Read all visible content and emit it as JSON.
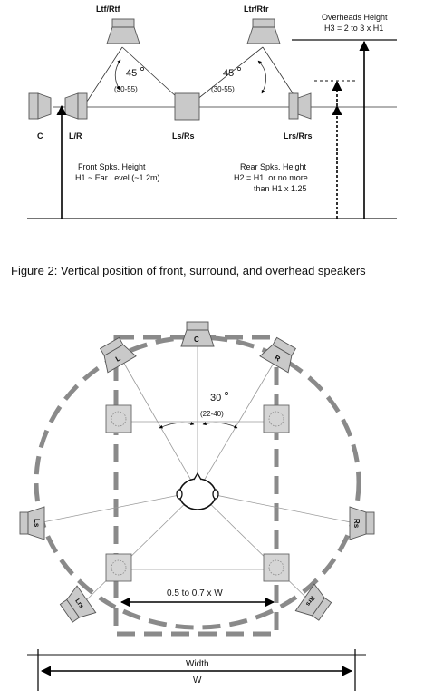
{
  "figure_top": {
    "labels": {
      "ltf_rtf": "Ltf/Rtf",
      "ltr_rtr": "Ltr/Rtr",
      "c": "C",
      "lr": "L/R",
      "ls_rs": "Ls/Rs",
      "lrs_rrs": "Lrs/Rrs",
      "angle_left_main": "45",
      "angle_left_range": "(30-55)",
      "angle_right_main": "45",
      "angle_right_range": "(30-55)",
      "overheads_height_1": "Overheads Height",
      "overheads_height_2": "H3 = 2 to 3 x H1",
      "front_height_1": "Front Spks. Height",
      "front_height_2": "H1 ~ Ear Level (~1.2m)",
      "rear_height_1": "Rear Spks. Height",
      "rear_height_2": "H2 = H1, or no more",
      "rear_height_3": "than H1 x 1.25"
    }
  },
  "caption": "Figure 2: Vertical position of front, surround, and overhead speakers",
  "figure_bottom": {
    "labels": {
      "c": "C",
      "l": "L",
      "r": "R",
      "ls": "Ls",
      "rs": "Rs",
      "lrs": "Lrs",
      "rrs": "Rrs",
      "angle_main": "30",
      "angle_range": "(22-40)",
      "inner_width": "0.5 to 0.7 x W",
      "width_1": "Width",
      "width_2": "W"
    }
  }
}
